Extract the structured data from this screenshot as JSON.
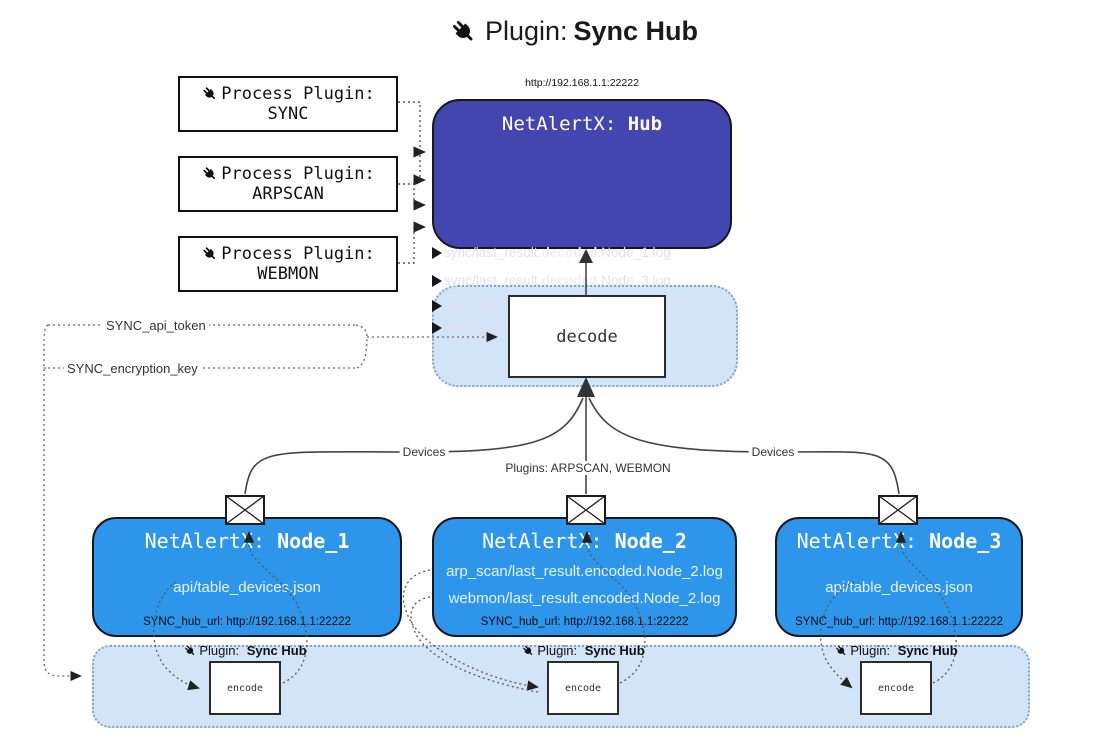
{
  "colors": {
    "hub_fill": "#4346ae",
    "node_fill": "#2e96ea",
    "panel_fill": "#d2e4f7",
    "panel_border": "#87a4c4",
    "connector": "#555555",
    "arrow": "#222222"
  },
  "title": {
    "icon": "plug-icon",
    "prefix": "Plugin:",
    "name": "Sync Hub"
  },
  "hub": {
    "url": "http://192.168.1.1:22222",
    "title_prefix": "NetAlertX:",
    "title_name": "Hub",
    "lines": [
      {
        "pre": "sync/last_result.",
        "bold": "decoded",
        "post": ".Node_1.log"
      },
      {
        "pre": "sync/last_result.",
        "bold": "decoded",
        "post": ".Node_3.log"
      },
      {
        "pre": "arp_scan/last_result.",
        "bold": "decoded",
        "post": ".Node_2.log"
      },
      {
        "pre": "webmon/last_result.",
        "bold": "decoded",
        "post": ".Node_2.log"
      }
    ]
  },
  "process_plugins": [
    {
      "icon": "plug-icon",
      "label": "Process Plugin:",
      "name": "SYNC"
    },
    {
      "icon": "plug-icon",
      "label": "Process Plugin:",
      "name": "ARPSCAN"
    },
    {
      "icon": "plug-icon",
      "label": "Process Plugin:",
      "name": "WEBMON"
    }
  ],
  "secrets": {
    "api_token": "SYNC_api_token",
    "encryption_key": "SYNC_encryption_key"
  },
  "edges": {
    "devices_left": "Devices",
    "devices_right": "Devices",
    "plugins": "Plugins: ARPSCAN, WEBMON"
  },
  "decode": {
    "label": "decode"
  },
  "nodes": [
    {
      "icon": "envelope-icon",
      "title_prefix": "NetAlertX:",
      "title_name": "Node_1",
      "lines": [
        "api/table_devices.json"
      ],
      "hub_url": "SYNC_hub_url: http://192.168.1.1:22222"
    },
    {
      "icon": "envelope-icon",
      "title_prefix": "NetAlertX:",
      "title_name": "Node_2",
      "lines": [
        "arp_scan/last_result.encoded.Node_2.log",
        "webmon/last_result.encoded.Node_2.log"
      ],
      "hub_url": "SYNC_hub_url: http://192.168.1.1:22222"
    },
    {
      "icon": "envelope-icon",
      "title_prefix": "NetAlertX:",
      "title_name": "Node_3",
      "lines": [
        "api/table_devices.json"
      ],
      "hub_url": "SYNC_hub_url: http://192.168.1.1:22222"
    }
  ],
  "encoders": [
    {
      "icon": "plug-icon",
      "label_prefix": "Plugin:",
      "label_name": "Sync Hub",
      "box": "encode"
    },
    {
      "icon": "plug-icon",
      "label_prefix": "Plugin:",
      "label_name": "Sync Hub",
      "box": "encode"
    },
    {
      "icon": "plug-icon",
      "label_prefix": "Plugin:",
      "label_name": "Sync Hub",
      "box": "encode"
    }
  ]
}
